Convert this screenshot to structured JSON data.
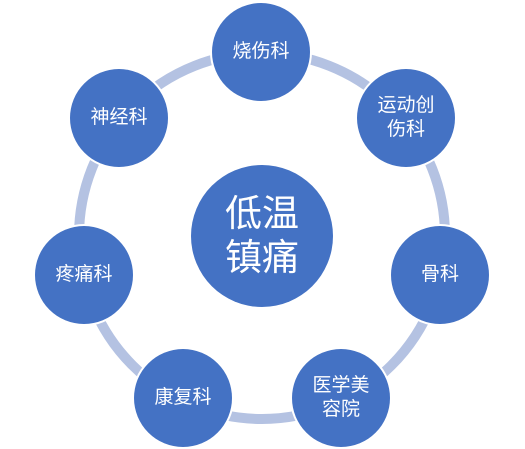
{
  "diagram": {
    "ring_color": "#b4c2e2",
    "node_color": "#4472c4",
    "text_color": "#ffffff",
    "center": {
      "label": "低温\n镇痛"
    },
    "nodes": [
      {
        "label": "烧伤科"
      },
      {
        "label": "运动创\n伤科"
      },
      {
        "label": "骨科"
      },
      {
        "label": "医学美\n容院"
      },
      {
        "label": "康复科"
      },
      {
        "label": "疼痛科"
      },
      {
        "label": "神经科"
      }
    ]
  }
}
